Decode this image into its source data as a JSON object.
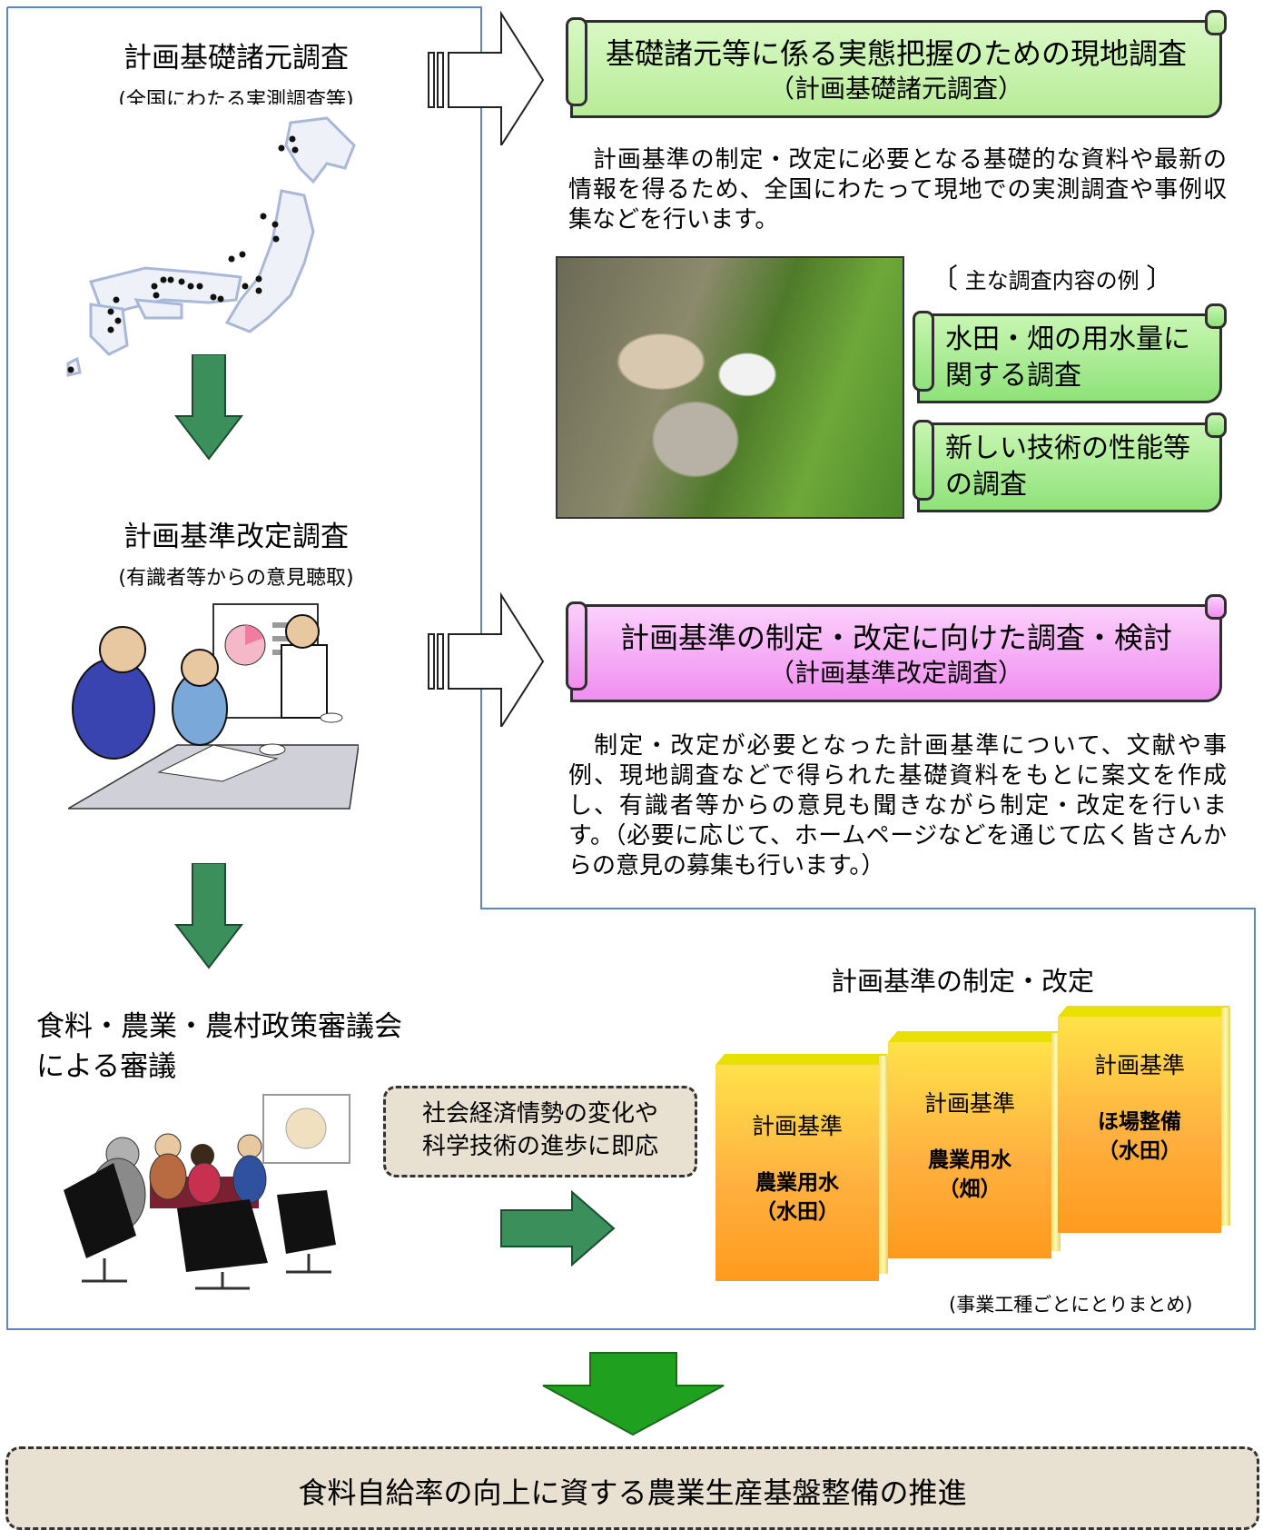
{
  "left": {
    "step1_title": "計画基礎諸元調査",
    "step1_sub": "(全国にわたる実測調査等)",
    "step2_title": "計画基準改定調査",
    "step2_sub": "(有識者等からの意見聴取)",
    "step3_title_line1": "食料・農業・農村政策審議会",
    "step3_title_line2": "による審議"
  },
  "banner1": {
    "main": "基礎諸元等に係る実態把握のための現地調査",
    "sub": "（計画基礎諸元調査）"
  },
  "banner1_desc": "　計画基準の制定・改定に必要となる基礎的な資料や最新の情報を得るため、全国にわたって現地での実測調査や事例収集などを行います。",
  "examples": {
    "label": "主な調査内容の例",
    "item1": "水田・畑の用水量に関する調査",
    "item2": "新しい技術の性能等の調査"
  },
  "banner2": {
    "main": "計画基準の制定・改定に向けた調査・検討",
    "sub": "（計画基準改定調査）"
  },
  "banner2_desc": "　制定・改定が必要となった計画基準について、文献や事例、現地調査などで得られた基礎資料をもとに案文を作成し、有識者等からの意見も聞きながら制定・改定を行います。（必要に応じて、ホームページなどを通じて広く皆さんからの意見の募集も行います。）",
  "response_box": {
    "line1": "社会経済情勢の変化や",
    "line2": "科学技術の進歩に即応"
  },
  "standards": {
    "heading": "計画基準の制定・改定",
    "books": [
      {
        "label": "計画基準",
        "name": "農業用水",
        "sub": "（水田）"
      },
      {
        "label": "計画基準",
        "name": "農業用水",
        "sub": "（畑）"
      },
      {
        "label": "計画基準",
        "name": "ほ場整備",
        "sub": "（水田）"
      }
    ],
    "note": "(事業工種ごとにとりまとめ)"
  },
  "footer": {
    "text": "食料自給率の向上に資する農業生産基盤整備の推進"
  },
  "colors": {
    "outline": "#5b87c7",
    "green_arrow": "#3a8f5a",
    "big_arrow": "#1fa01f",
    "green_scroll": "#b8ec98",
    "pink_scroll": "#f08ef0",
    "book_orange": "#ff9a1e"
  }
}
